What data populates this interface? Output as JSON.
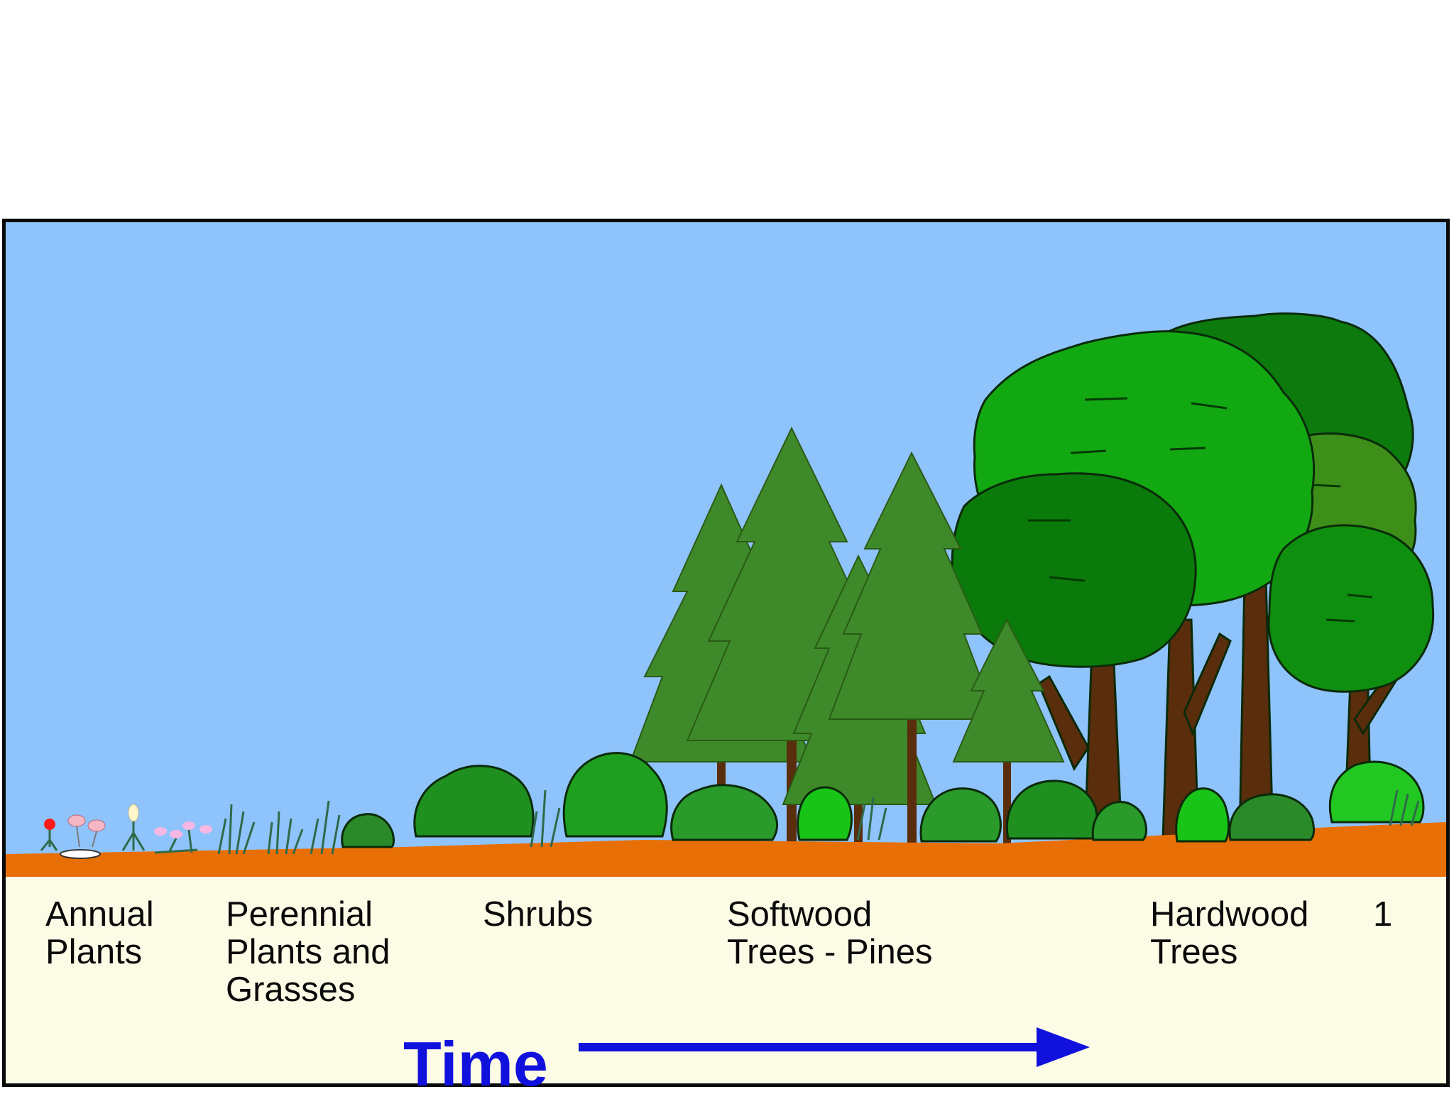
{
  "stages": [
    {
      "label": "Annual\nPlants"
    },
    {
      "label": "Perennial\nPlants and\nGrasses"
    },
    {
      "label": "Shrubs"
    },
    {
      "label": "Softwood\nTrees - Pines"
    },
    {
      "label": "Hardwood\nTrees"
    }
  ],
  "slide_number": "1",
  "time_label": "Time",
  "colors": {
    "sky": "#8fc3fb",
    "soil": "#e86f05",
    "caption_bg": "#fbfbe6",
    "shrub_green": "#1f8f1f",
    "pine_green": "#3e8a2a",
    "hardwood_green": "#0a8a0a",
    "trunk": "#5a2d0c",
    "arrow_blue": "#1111dd"
  }
}
